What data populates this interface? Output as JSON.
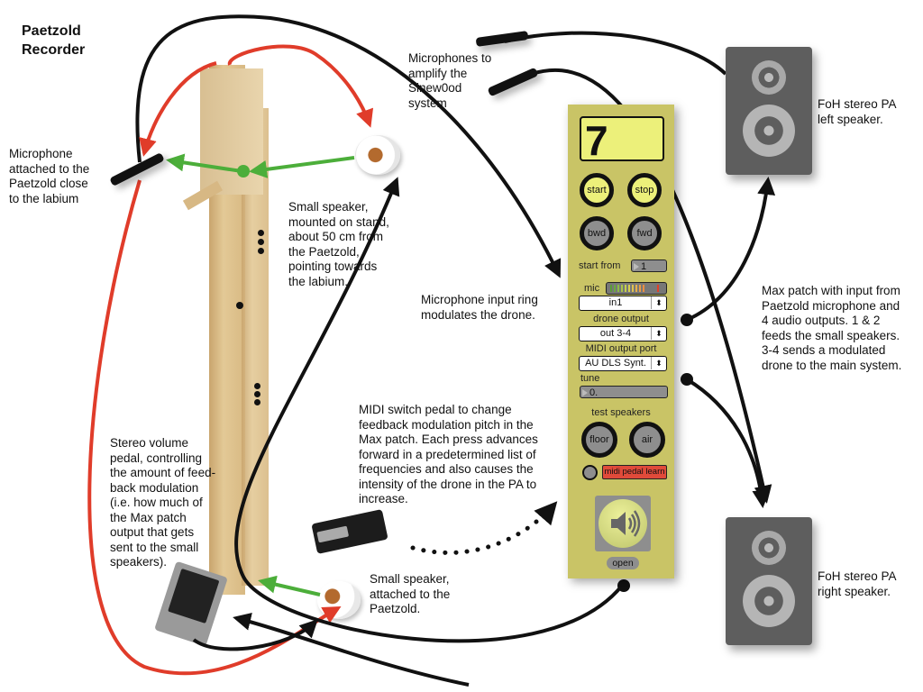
{
  "title": "Paetzold\nRecorder",
  "labels": {
    "mic_paetzold": "Microphone\nattached to the\nPaetzold close\nto the labium",
    "mics_sinewood": "Microphones to\namplify the\nSinew0od\nsystem",
    "small_speaker_stand": "Small speaker,\nmounted on stand,\nabout 50 cm from\nthe Paetzold,\npointing towards\nthe labium.",
    "mic_input_ring": "Microphone input ring\nmodulates the drone.",
    "midi_pedal": "MIDI switch pedal to change\nfeedback modulation pitch in the\nMax patch. Each press advances\nforward in a predetermined list of\nfrequencies and also causes the\nintensity of the drone in the PA to\nincrease.",
    "volume_pedal": "Stereo volume\npedal, controlling\nthe amount of feed-\nback modulation\n(i.e. how much of\nthe Max patch\noutput that gets\nsent to the small\nspeakers).",
    "small_speaker_attached": "Small speaker,\nattached to the\nPaetzold.",
    "pa_left": "FoH stereo PA\nleft speaker.",
    "pa_right": "FoH stereo PA\nright speaker.",
    "max_patch": "Max patch with input from\nPaetzold microphone and\n4 audio outputs. 1 & 2\nfeeds the small speakers.\n3-4 sends a modulated\ndrone to the main system."
  },
  "patch": {
    "counter": "7",
    "start": "start",
    "stop": "stop",
    "bwd": "bwd",
    "fwd": "fwd",
    "start_from_label": "start from",
    "start_from_value": "1",
    "mic_label": "mic",
    "mic_input": "in1",
    "drone_output_label": "drone output",
    "drone_output": "out 3-4",
    "midi_port_label": "MIDI output port",
    "midi_port": "AU DLS Synt.",
    "tune_label": "tune",
    "tune_value": "0.",
    "test_speakers_label": "test speakers",
    "floor": "floor",
    "air": "air",
    "midi_learn": "midi pedal learn",
    "open": "open",
    "arrows": "⬍"
  },
  "colors": {
    "patch_bg": "#c9c466",
    "button_yellow": "#ecf07a",
    "button_gray": "#8e8e8e",
    "learn_red": "#e04a3a",
    "feedback_red": "#e03c2a",
    "acoustic_green": "#4cae3a",
    "cable_black": "#111111"
  }
}
